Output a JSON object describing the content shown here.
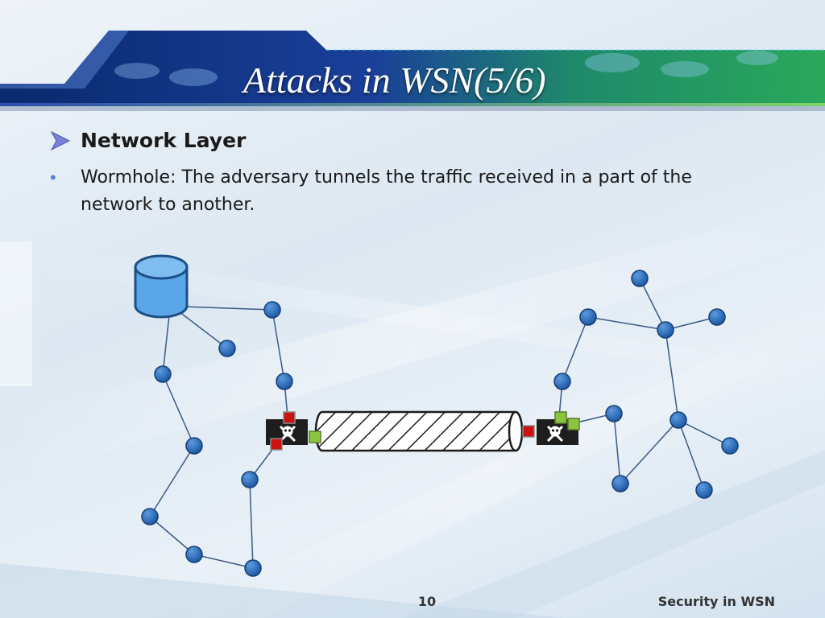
{
  "slide": {
    "title": "Attacks in WSN(5/6)",
    "heading": "Network Layer",
    "bullet": "Wormhole: The adversary tunnels the traffic received in a part of the network to another.",
    "page_number": "10",
    "footer": "Security in WSN"
  },
  "icons": {
    "heading_bullet": "arrow-bullet-icon",
    "list_bullet": "dot-bullet-icon",
    "base_station": "database-cylinder-icon",
    "attacker": "skull-crossbones-icon",
    "node": "sensor-node-icon"
  },
  "colors": {
    "node_fill": "#2f6db8",
    "node_stroke": "#153f75",
    "base_station_fill": "#5aa6e6",
    "link": "#3a5a86",
    "attacker_box": "#1e1e1e",
    "port_red": "#cc1111",
    "port_green": "#8cc63f"
  }
}
